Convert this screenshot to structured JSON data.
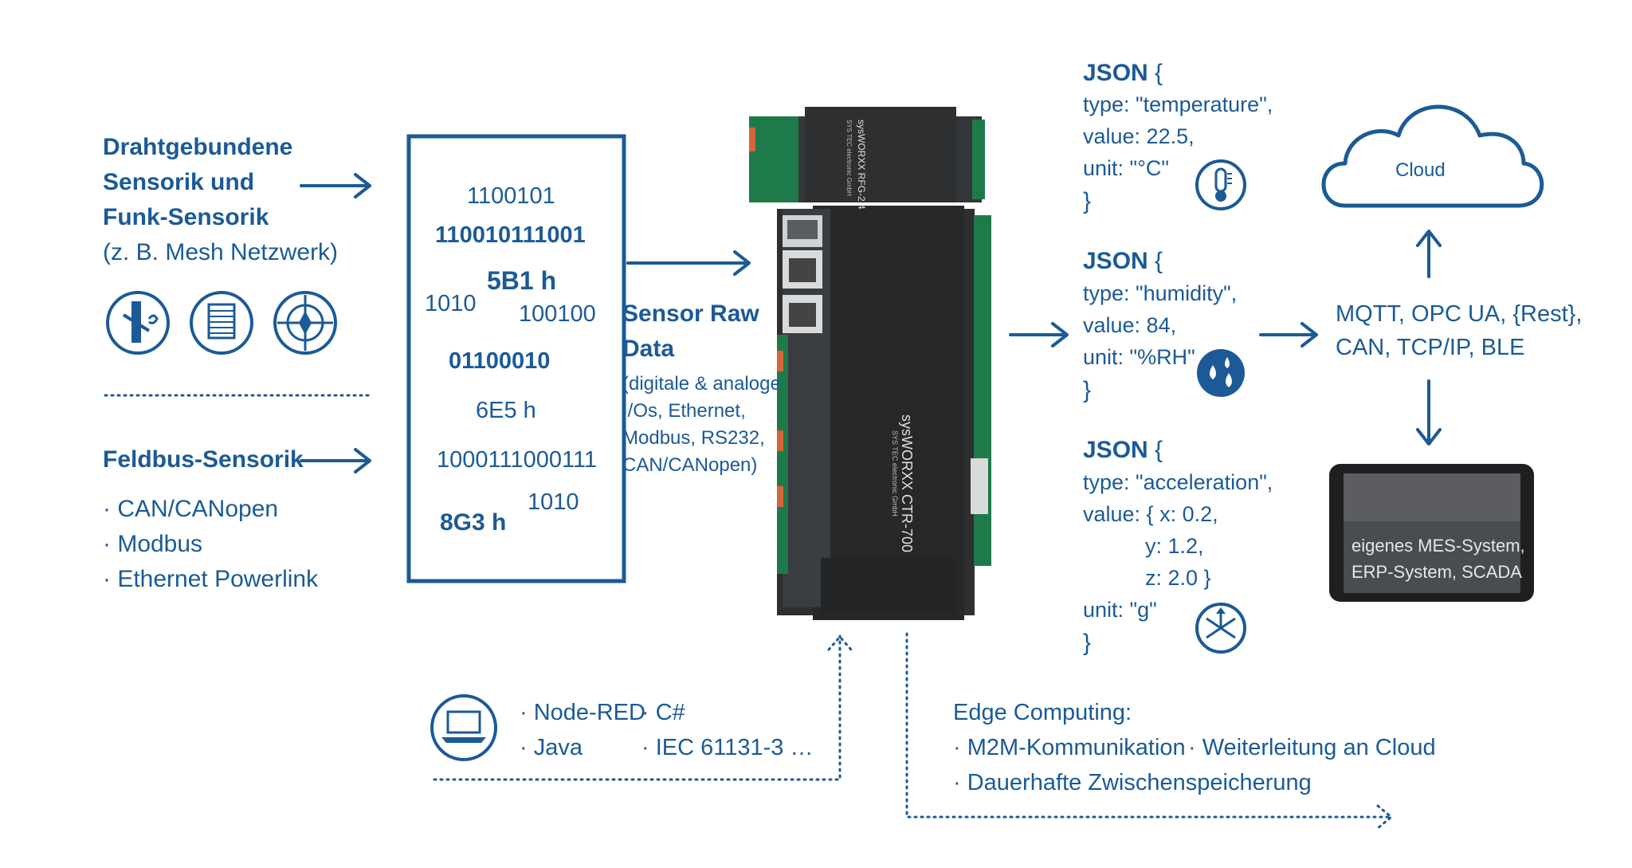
{
  "colors": {
    "blue": "#1b5a96",
    "device": "#2d2f31",
    "terminal_green": "#1f7a4a",
    "orange": "#d6643a"
  },
  "left": {
    "wired_title": [
      "Drahtgebundene",
      "Sensorik und",
      "Funk-Sensorik"
    ],
    "wired_sub": "(z. B. Mesh Netzwerk)",
    "icons": [
      "sensor-probe-icon",
      "radio-module-icon",
      "crosshair-sensor-icon"
    ],
    "fieldbus_title": "Feldbus-Sensorik",
    "fieldbus_items": [
      "· CAN/CANopen",
      "· Modbus",
      "· Ethernet Powerlink"
    ]
  },
  "raw_box": {
    "lines": [
      "1100101",
      "110010111001",
      "5B1 h",
      "1010",
      "100100",
      "01100010",
      "6E5 h",
      "1000111000111",
      "1010",
      "8G3 h"
    ]
  },
  "sensor_raw": {
    "title": [
      "Sensor Raw",
      "Data"
    ],
    "desc": [
      "(digitale & analoge",
      "I/Os, Ethernet,",
      "Modbus, RS232,",
      "CAN/CANopen)"
    ]
  },
  "device": {
    "top_label": "sysWORXX RFG-2.4",
    "top_sub": "SYS TEC electronic GmbH",
    "main_label": "sysWORXX CTR-700",
    "main_sub": "SYS TEC electronic GmbH"
  },
  "json_blocks": [
    {
      "open": "JSON",
      "brace": "{",
      "lines": [
        "type: \"temperature\",",
        "value: 22.5,",
        "unit: \"°C\""
      ],
      "close": "}",
      "icon": "thermometer-icon"
    },
    {
      "open": "JSON",
      "brace": "{",
      "lines": [
        "type: \"humidity\",",
        "value: 84,",
        "unit: \"%RH\""
      ],
      "close": "}",
      "icon": "water-drops-icon"
    },
    {
      "open": "JSON",
      "brace": "{",
      "lines": [
        "type: \"acceleration\",",
        "value: { x: 0.2,",
        "y: 1.2,",
        "z: 2.0 }",
        "unit: \"g\""
      ],
      "close": "}",
      "icon": "acceleration-arrows-icon"
    }
  ],
  "cloud": {
    "label": "Cloud"
  },
  "protocols": [
    "MQTT, OPC UA, {Rest},",
    "CAN, TCP/IP, BLE"
  ],
  "tablet": {
    "lines": [
      "eigenes MES-System,",
      "ERP-System, SCADA"
    ]
  },
  "programming": {
    "icon": "laptop-icon",
    "col1": [
      "· Node-RED",
      "· Java"
    ],
    "col2": [
      "· C#",
      "· IEC 61131-3 …"
    ]
  },
  "edge": {
    "title": "Edge Computing:",
    "items": [
      "· M2M-Kommunikation",
      "· Weiterleitung an Cloud",
      "· Dauerhafte Zwischenspeicherung"
    ]
  }
}
